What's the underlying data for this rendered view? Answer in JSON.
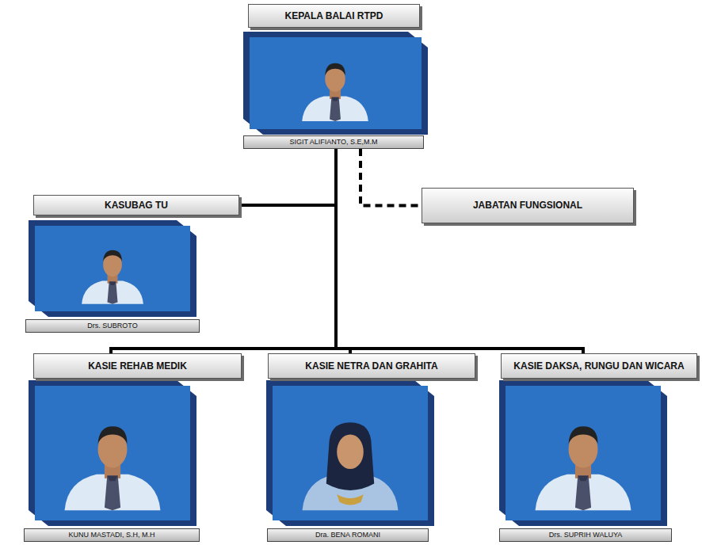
{
  "diagram": {
    "nodes": [
      {
        "text": [
          "KEPALA BALAI RTPD",
          "SIGIT ALIFIANTO, S.E,M.M"
        ]
      },
      {
        "text": [
          "KASUBAG TU",
          "Drs. SUBROTO"
        ]
      },
      {
        "text": [
          "JABATAN FUNGSIONAL"
        ]
      },
      {
        "text": [
          "KASIE REHAB MEDIK",
          "KUNU MASTADI, S.H, M.H"
        ]
      },
      {
        "text": [
          "KASIE NETRA DAN GRAHITA",
          "Dra. BENA ROMANI"
        ]
      },
      {
        "text": [
          "KASIE DAKSA, RUNGU DAN WICARA",
          "Drs. SUPRIH WALUYA"
        ]
      }
    ],
    "edges": [
      {
        "from": 0,
        "to": 1,
        "arrow": "none"
      },
      {
        "from": 0,
        "to": 2,
        "arrow": "none"
      },
      {
        "from": 0,
        "to": 3,
        "arrow": "none"
      },
      {
        "from": 0,
        "to": 4,
        "arrow": "none"
      },
      {
        "from": 0,
        "to": 5,
        "arrow": "none"
      }
    ]
  }
}
